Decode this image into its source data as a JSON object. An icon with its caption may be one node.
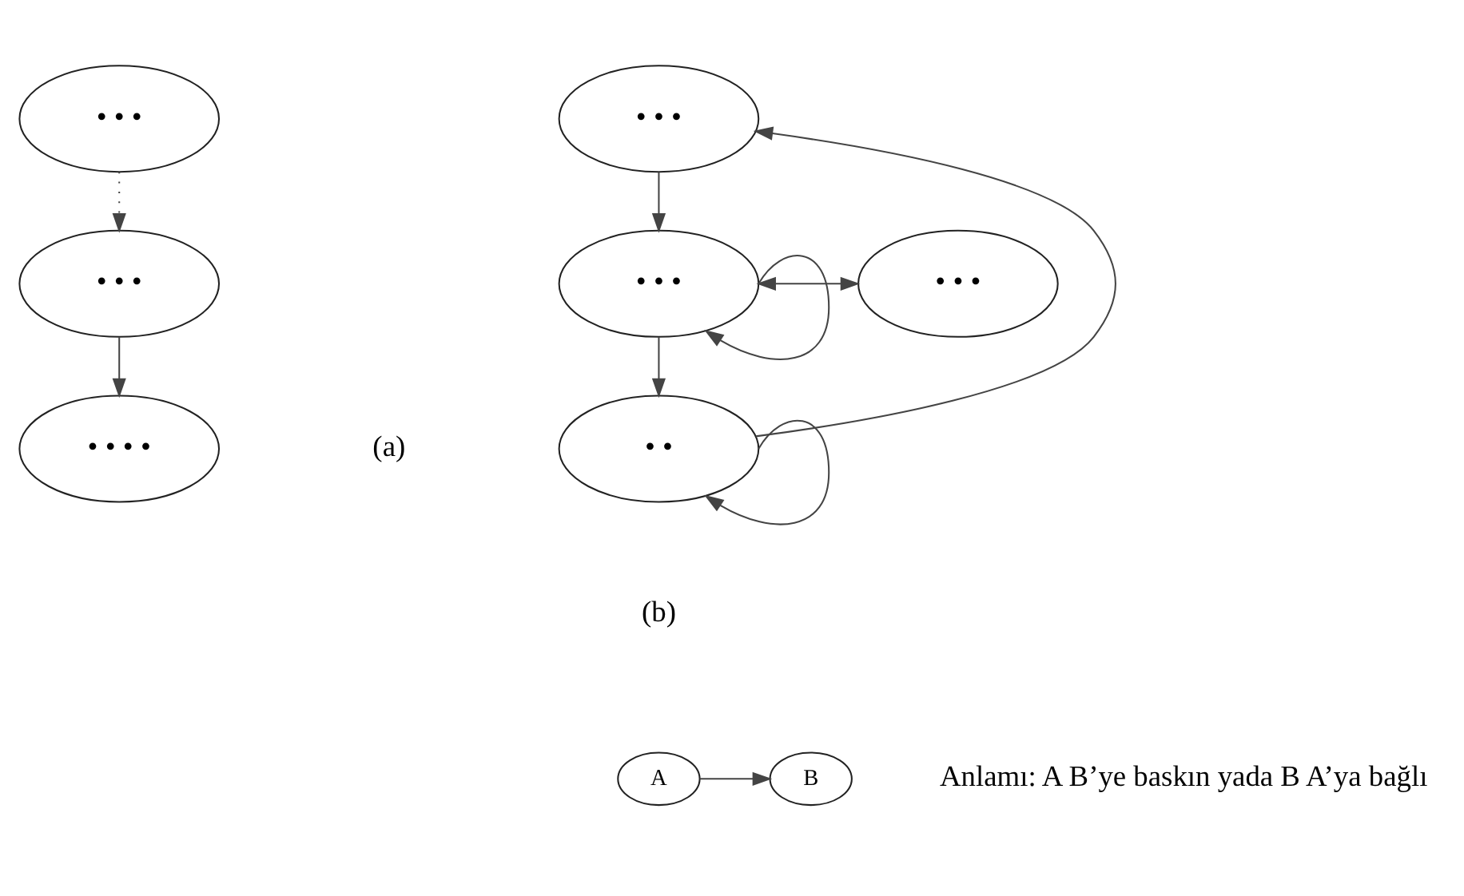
{
  "diagram": {
    "nodes": [
      {
        "text": [
          "• • •"
        ]
      },
      {
        "text": [
          "• • •"
        ]
      },
      {
        "text": [
          "• • • •"
        ]
      },
      {
        "text": [
          "• • •"
        ]
      },
      {
        "text": [
          "• • •"
        ]
      },
      {
        "text": [
          "• • •"
        ]
      },
      {
        "text": [
          "• •"
        ]
      },
      {
        "text": [
          "A"
        ]
      },
      {
        "text": [
          "B"
        ]
      }
    ],
    "edges": [
      {
        "from": 0,
        "to": 1,
        "arrow": "to",
        "style": "dashed"
      },
      {
        "from": 1,
        "to": 2,
        "arrow": "to"
      },
      {
        "from": 3,
        "to": 4,
        "arrow": "to"
      },
      {
        "from": 4,
        "to": 5,
        "arrow": "both"
      },
      {
        "from": 4,
        "to": 4,
        "arrow": "to"
      },
      {
        "from": 4,
        "to": 6,
        "arrow": "to"
      },
      {
        "from": 6,
        "to": 6,
        "arrow": "to"
      },
      {
        "from": 6,
        "to": 3,
        "arrow": "to"
      },
      {
        "from": 7,
        "to": 8,
        "arrow": "to"
      }
    ],
    "labels": [
      "(a)",
      "(b)",
      "Anlamı: A B’ye baskın yada B A’ya bağlı"
    ]
  }
}
